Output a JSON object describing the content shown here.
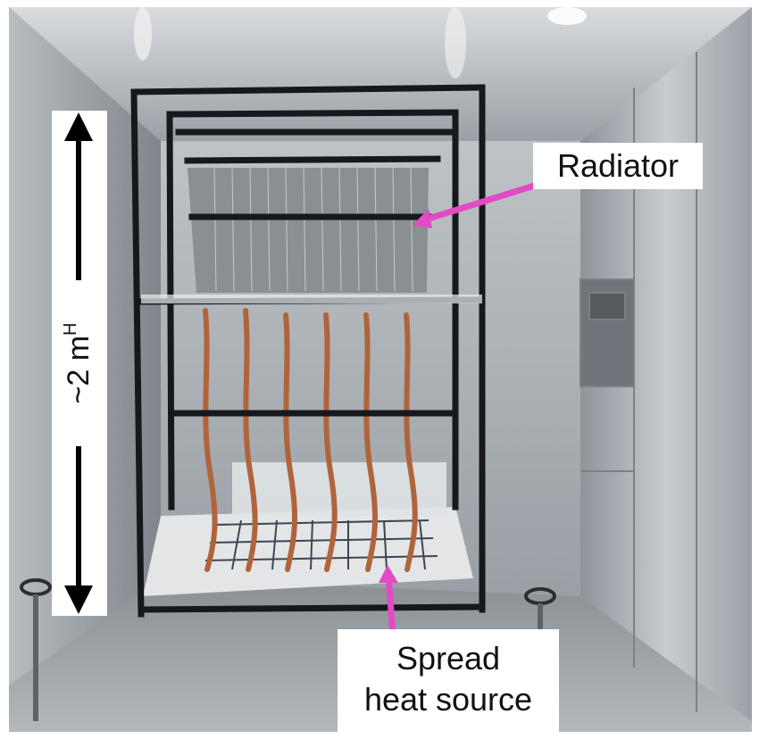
{
  "labels": {
    "radiator": "Radiator",
    "spread_line1": "Spread",
    "spread_line2": "heat source",
    "height_main": "~2 m",
    "height_sup": "H"
  },
  "colors": {
    "pointer": "#e24bc4",
    "frame": "#15181c",
    "chamber_wall": "#a9aeb3",
    "copper_wire": "#b0643a",
    "label_bg": "#ffffff"
  }
}
